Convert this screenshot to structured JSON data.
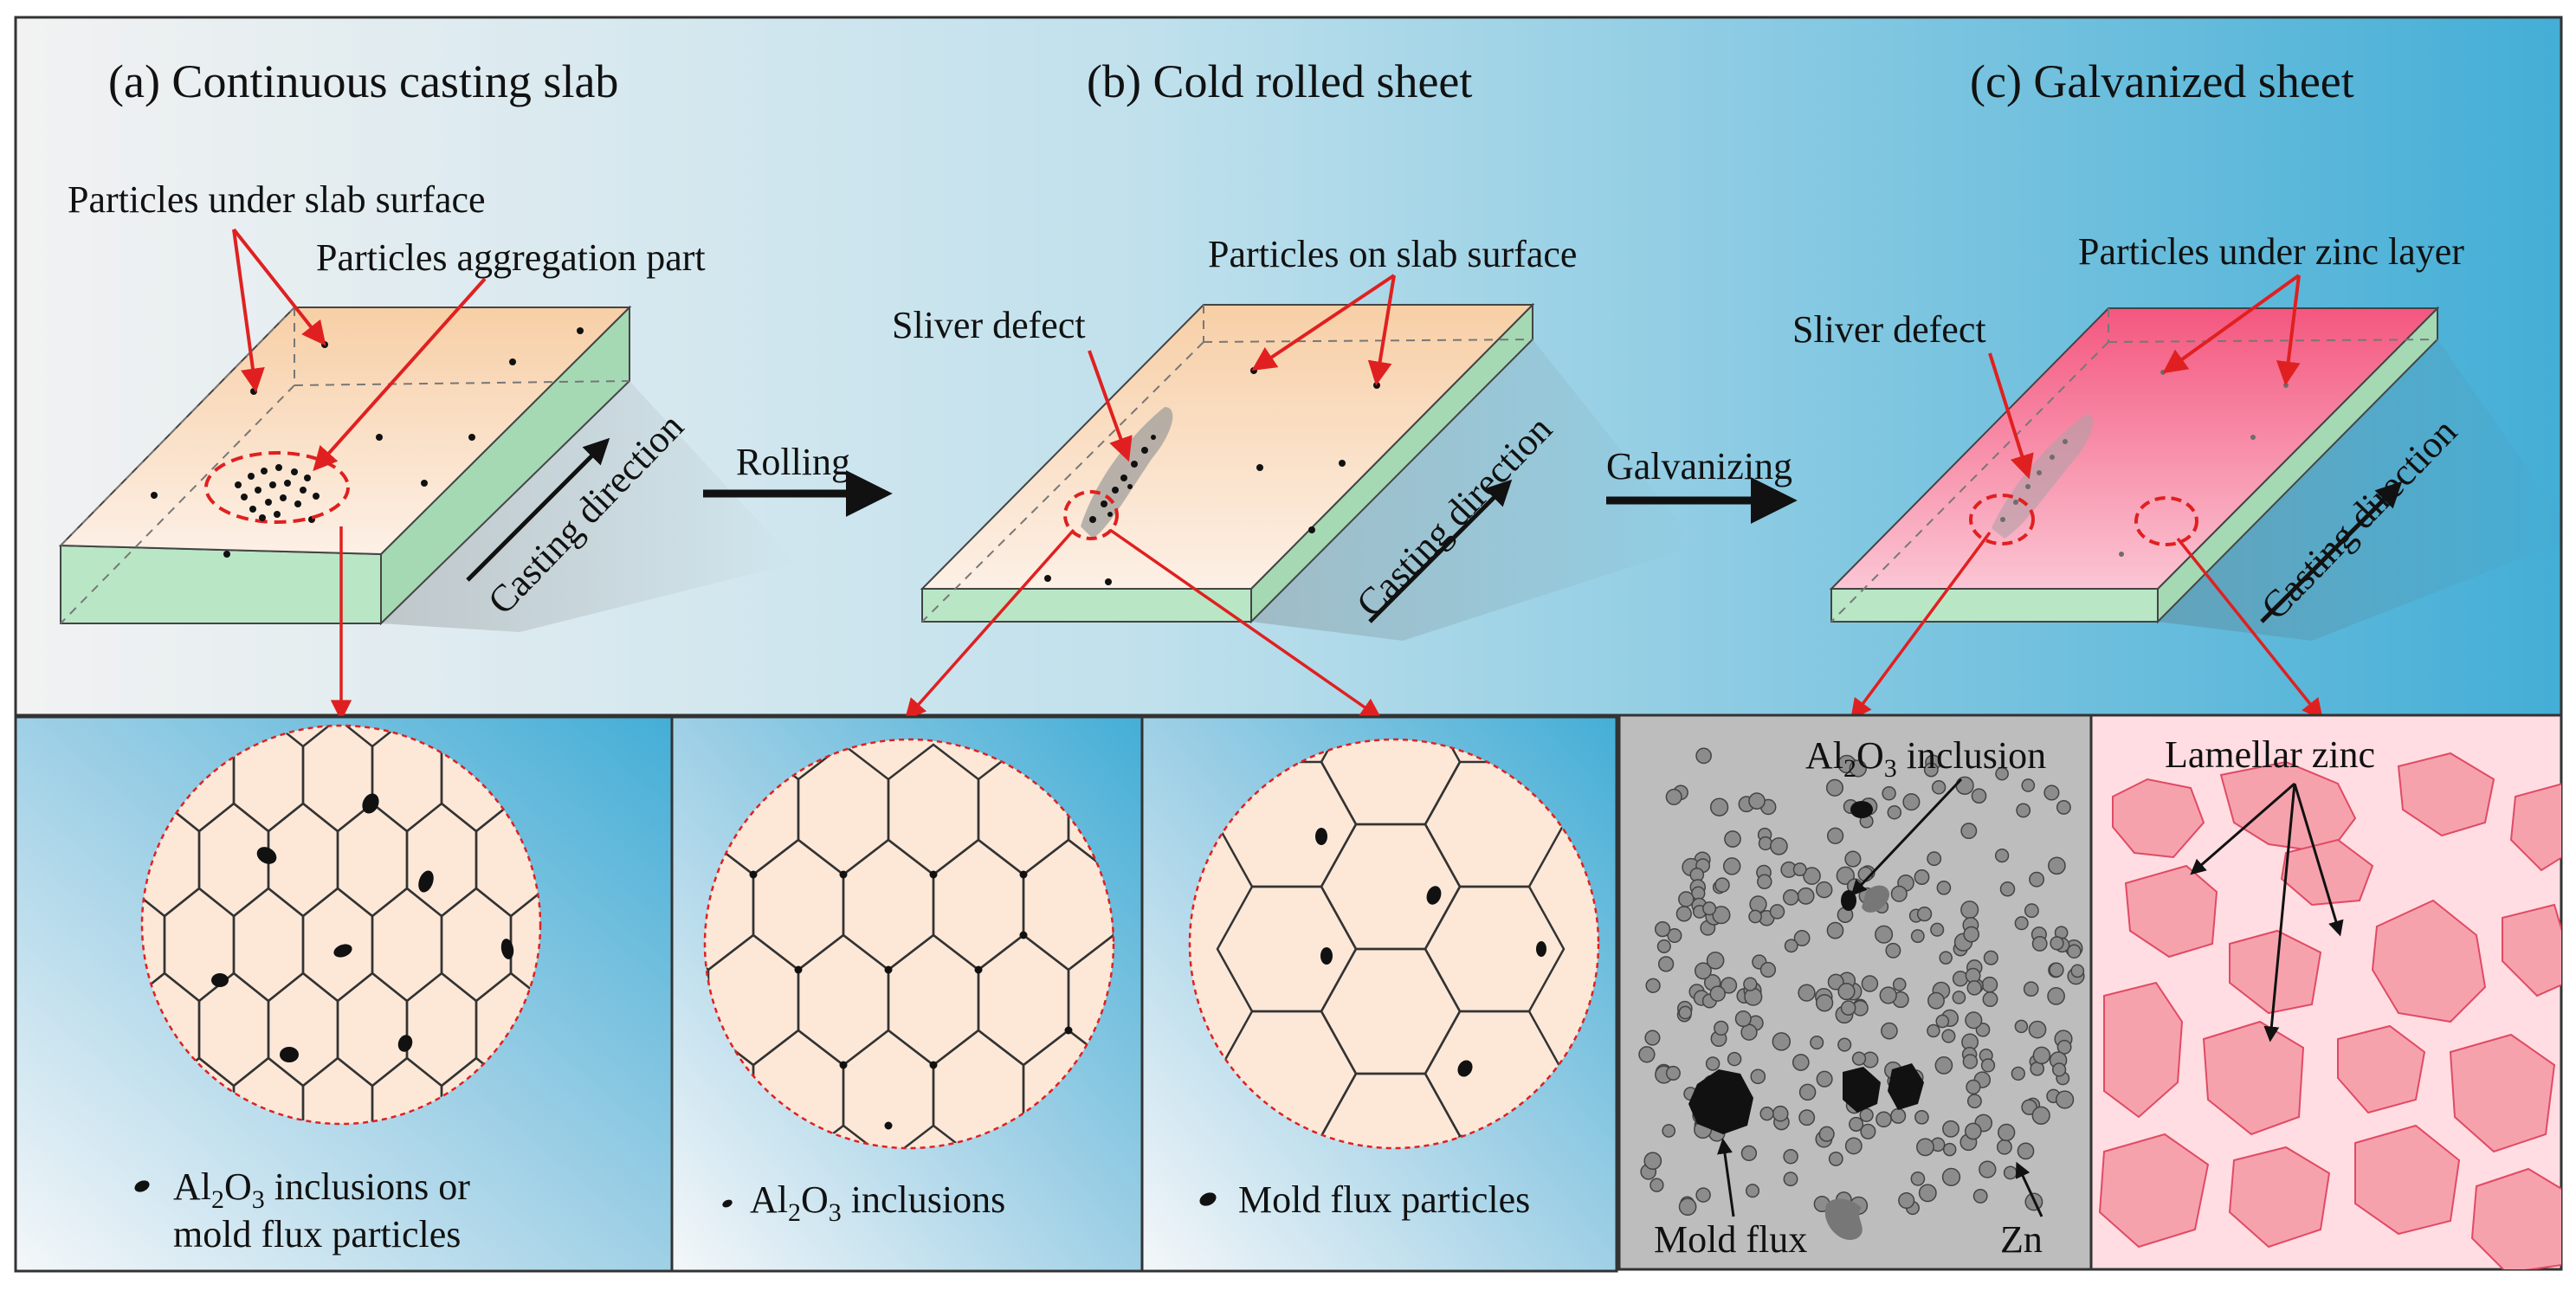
{
  "colors": {
    "arrow_red": "#e02020",
    "panel_blue": "#4aa9d1",
    "slab_top": "#f7d5b5",
    "slab_side": "#b9e7c6",
    "zinc_top": "#f46c90",
    "grain_fill": "#fde8d8",
    "zinc_lamella": "#f6a2ad",
    "zinc_background": "#ffdde2",
    "particle_gray": "#8c8c8c",
    "panel_gray": "#bdbdbd"
  },
  "stages": {
    "a": {
      "title": "(a) Continuous casting slab",
      "label1": "Particles under slab surface",
      "label2": "Particles aggregation part",
      "direction": "Casting direction"
    },
    "b": {
      "title": "(b) Cold rolled sheet",
      "label1": "Particles on slab surface",
      "label2": "Sliver defect",
      "direction": "Casting direction"
    },
    "c": {
      "title": "(c) Galvanized sheet",
      "label1": "Particles under zinc layer",
      "label2": "Sliver defect",
      "direction": "Casting direction"
    }
  },
  "processes": {
    "rolling": "Rolling",
    "galvanizing": "Galvanizing"
  },
  "legends": {
    "panel1_line1_pre": "Al",
    "panel1_line1_sub1": "2",
    "panel1_line1_mid": "O",
    "panel1_line1_sub2": "3",
    "panel1_line1_post": " inclusions or",
    "panel1_line2": "mold flux particles",
    "panel2_pre": "Al",
    "panel2_sub1": "2",
    "panel2_mid": "O",
    "panel2_sub2": "3",
    "panel2_post": " inclusions",
    "panel3": "Mold flux particles"
  },
  "zinc_panel": {
    "inclusion_pre": "Al",
    "inclusion_sub1": "2",
    "inclusion_mid": "O",
    "inclusion_sub2": "3",
    "inclusion_post": " inclusion",
    "mold_flux": "Mold flux",
    "zn": "Zn",
    "lamellar": "Lamellar zinc"
  }
}
